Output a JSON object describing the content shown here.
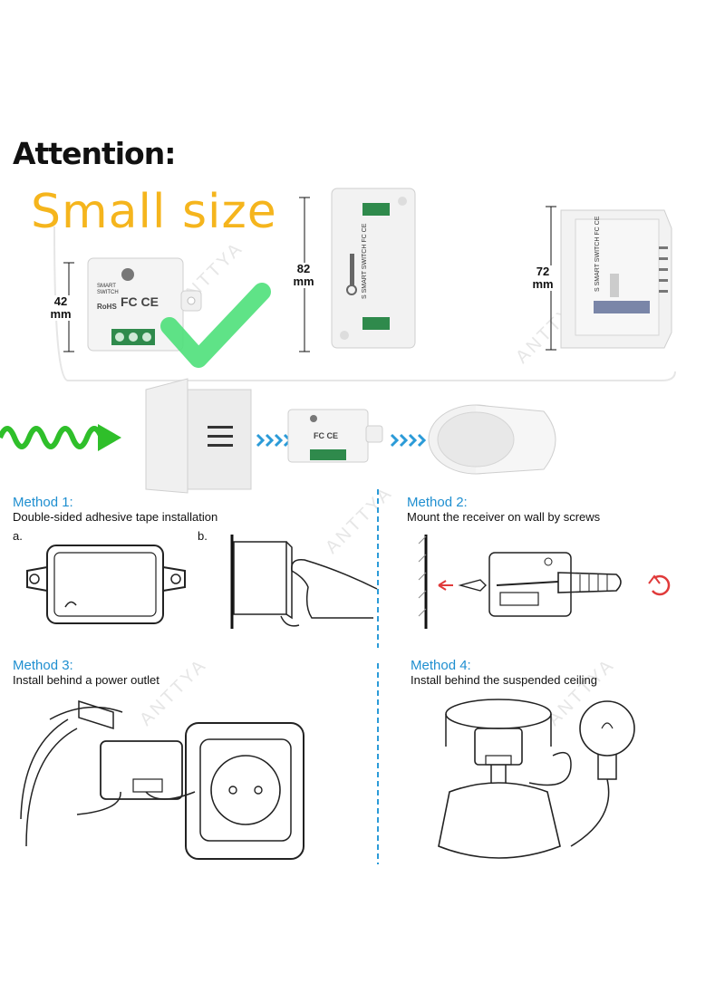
{
  "header": {
    "attention": "Attention:",
    "small_size": "Small size"
  },
  "dimensions": {
    "small": {
      "value": "42",
      "unit": "mm"
    },
    "medium": {
      "value": "82",
      "unit": "mm"
    },
    "large": {
      "value": "72",
      "unit": "mm"
    }
  },
  "watermark": "ANTTYA",
  "methods": [
    {
      "title": "Method 1:",
      "desc": "Double-sided adhesive tape installation",
      "sub_a": "a.",
      "sub_b": "b."
    },
    {
      "title": "Method 2:",
      "desc": "Mount the receiver on wall by screws"
    },
    {
      "title": "Method 3:",
      "desc": "Install behind a power outlet"
    },
    {
      "title": "Method 4:",
      "desc": "Install behind the suspended ceiling"
    }
  ],
  "colors": {
    "title_yellow": "#f5b51d",
    "method_blue": "#1f8fd0",
    "check_green": "#4ee07a",
    "arrow_green": "#2fbf2a",
    "arrow_blue": "#2b9bd8",
    "screw_red": "#e03a3a"
  }
}
